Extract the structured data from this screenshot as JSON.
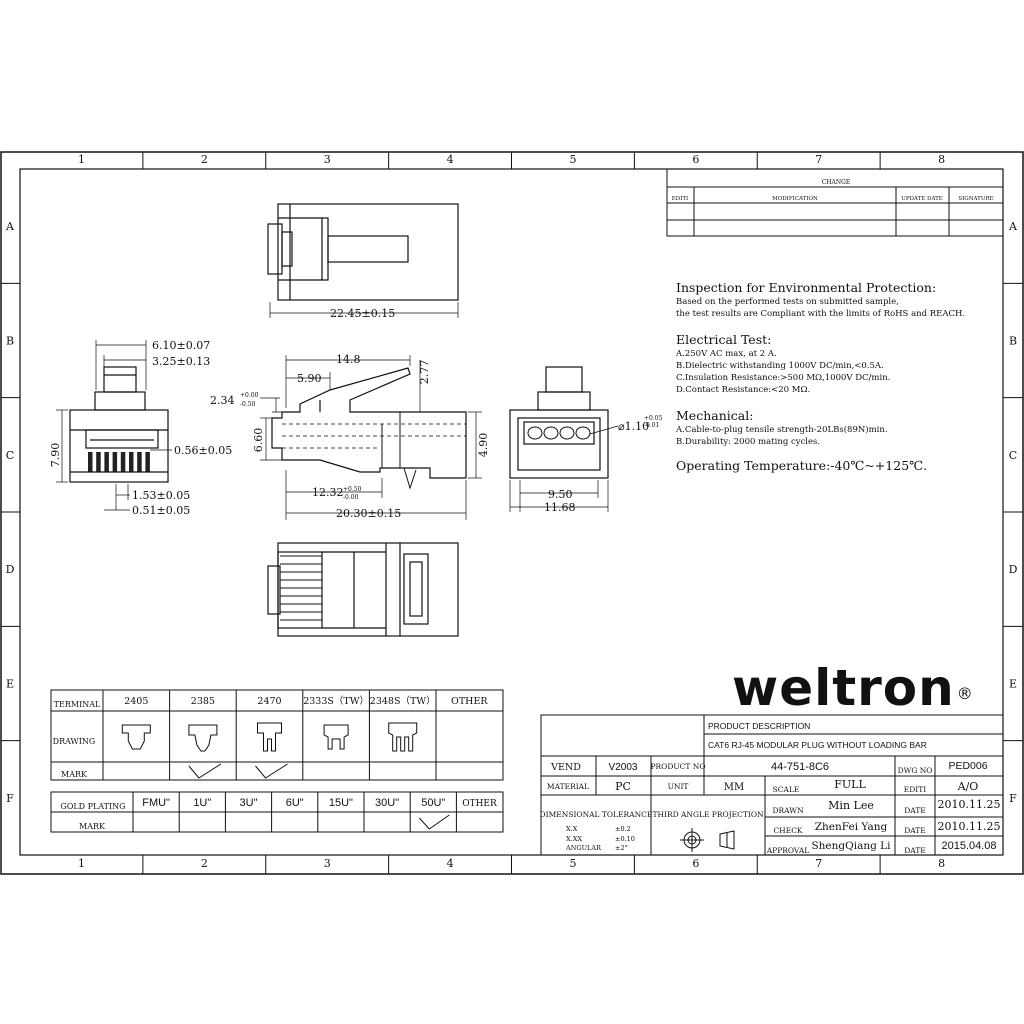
{
  "grid": {
    "columns": [
      "1",
      "2",
      "3",
      "4",
      "5",
      "6",
      "7",
      "8"
    ],
    "rows": [
      "A",
      "B",
      "C",
      "D",
      "E",
      "F"
    ]
  },
  "change_table": {
    "title": "CHANGE",
    "headers": [
      "EDITI",
      "MODIFICATION",
      "UPDATE DATE",
      "SIGNATURE"
    ]
  },
  "notes": {
    "env_title": "Inspection for Environmental Protection:",
    "env_lines": [
      "Based on the performed tests on submitted sample,",
      "the test results are Compliant with the limits of RoHS and REACH."
    ],
    "elec_title": "Electrical Test:",
    "elec_lines": [
      "A.250V AC max, at 2 A.",
      "B.Dielectric withstanding 1000V DC/min,<0.5A.",
      "C.Insulation Resistance:>500 MΩ,1000V DC/min.",
      "D.Contact Resistance:<20 MΩ."
    ],
    "mech_title": "Mechanical:",
    "mech_lines": [
      "A.Cable-to-plug  tensile strength-20LBs(89N)min.",
      "B.Durability: 2000 mating cycles."
    ],
    "temp_line": "Operating Temperature:-40℃~+125℃."
  },
  "dimensions": {
    "top_width": "22.45±0.15",
    "front_w1": "6.10±0.07",
    "front_w2": "3.25±0.13",
    "front_h": "7.90",
    "front_pin_w": "0.56±0.05",
    "front_pitch": "1.53±0.05",
    "front_pin_t": "0.51±0.05",
    "side_top": "14.8",
    "side_latch": "5.90",
    "side_277": "2.77",
    "side_234": "2.34",
    "side_234_tol_top": "+0.00",
    "side_234_tol_bot": "-0.50",
    "side_h": "6.60",
    "side_1232": "12.32",
    "side_1232_tol_top": "+0.50",
    "side_1232_tol_bot": "-0.00",
    "side_len": "20.30±0.15",
    "rear_h": "4.90",
    "rear_dia": "⌀1.10",
    "rear_dia_tol_top": "+0.05",
    "rear_dia_tol_bot": "-0.01",
    "rear_w1": "9.50",
    "rear_w2": "11.68"
  },
  "terminal_table": {
    "row_labels": [
      "TERMINAL",
      "DRAWING",
      "MARK"
    ],
    "columns": [
      "2405",
      "2385",
      "2470",
      "2333S（TW）",
      "2348S（TW）",
      "OTHER"
    ],
    "marked": [
      "2385",
      "2470"
    ]
  },
  "gold_table": {
    "row_labels": [
      "GOLD PLATING",
      "MARK"
    ],
    "columns": [
      "FMU\"",
      "1U\"",
      "3U\"",
      "6U\"",
      "15U\"",
      "30U\"",
      "50U\"",
      "OTHER"
    ],
    "marked": [
      "50U\""
    ]
  },
  "logo": {
    "text": "weltron",
    "mark": "®"
  },
  "title_block": {
    "product_desc_label": "PRODUCT DESCRIPTION",
    "product_desc": "CAT6 RJ-45 MODULAR PLUG WITHOUT LOADING BAR",
    "vend_label": "VEND",
    "vend": "V2003",
    "product_no_label": "PRODUCT NO",
    "product_no": "44-751-8C6",
    "dwg_no_label": "DWG NO",
    "dwg_no": "PED006",
    "material_label": "MATERIAL",
    "material": "PC",
    "unit_label": "UNIT",
    "unit": "MM",
    "scale_label": "SCALE",
    "scale": "FULL",
    "editi_label": "EDITI",
    "editi": "A/O",
    "dim_tol_label": "DIMENSIONAL TOLERANCE",
    "tol": [
      {
        "k": "X.X",
        "v": "±0.2"
      },
      {
        "k": "X.XX",
        "v": "±0.10"
      },
      {
        "k": "ANGULAR",
        "v": "±2°"
      }
    ],
    "projection_label": "THIRD ANGLE PROJECTION",
    "drawn_label": "DRAWN",
    "drawn": "Min Lee",
    "check_label": "CHECK",
    "check": "ZhenFei Yang",
    "approval_label": "APPROVAL",
    "approval": "ShengQiang Li",
    "date_label": "DATE",
    "dates": [
      "2010.11.25",
      "2010.11.25",
      "2015.04.08"
    ]
  }
}
